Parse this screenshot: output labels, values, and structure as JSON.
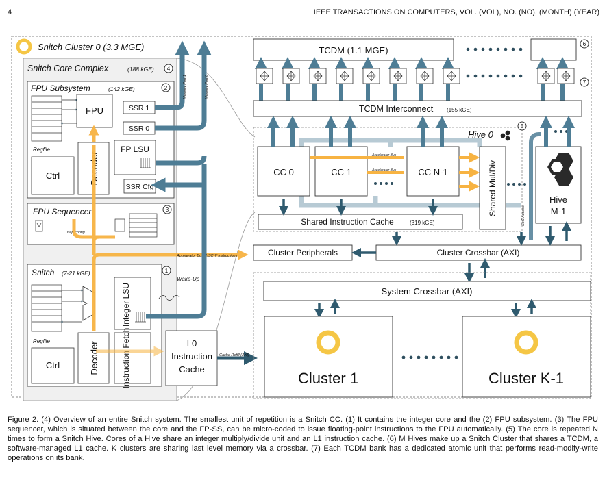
{
  "header": {
    "page_number": "4",
    "journal": "IEEE TRANSACTIONS ON COMPUTERS, VOL. (VOL), NO. (NO), (MONTH) (YEAR)"
  },
  "figure": {
    "cluster_title": "Snitch Cluster 0 (3.3 MGE)",
    "core_complex": "Snitch Core Complex",
    "core_complex_size": "(188 kGE)",
    "fpu_subsystem": "FPU Subsystem",
    "fpu_subsystem_size": "(142 kGE)",
    "fpu": "FPU",
    "ssr1": "SSR 1",
    "ssr0": "SSR 0",
    "regfile": "Regfile",
    "ctrl": "Ctrl",
    "decoder": "Decoder",
    "fp_lsu": "FP LSU",
    "ssr_cfg": "SSR Cfg",
    "fpu_sequencer": "FPU Sequencer",
    "frep_config": "frep config",
    "snitch": "Snitch",
    "snitch_size": "(7-21 kGE)",
    "integer_lsu": "Integer LSU",
    "instruction_fetch": "Instruction Fetch",
    "l0_line1": "L0",
    "l0_line2": "Instruction",
    "l0_line3": "Cache",
    "wake_up": "Wake-Up",
    "memory_port_1": "Memory Port 1",
    "memory_port_0": "Memory Port 0",
    "accel_bus_riscv": "Accelerator Bus/RISC-V instructions",
    "cache_refill": "Cache Refill (AXI)",
    "tcdm": "TCDM (1.1 MGE)",
    "tcdm_interconnect": "TCDM Interconnect",
    "tcdm_interconnect_size": "(155 kGE)",
    "hive0": "Hive 0",
    "cc0": "CC 0",
    "cc1": "CC 1",
    "ccn1": "CC N-1",
    "accel_bus": "Accelerator Bus",
    "shared_muldiv": "Shared Mul/Div",
    "soc_access": "SoC Access",
    "hive_m1_line1": "Hive",
    "hive_m1_line2": "M-1",
    "shared_icache": "Shared Instruction Cache",
    "shared_icache_size": "(319 kGE)",
    "cluster_peripherals": "Cluster Peripherals",
    "cluster_crossbar": "Cluster Crossbar (AXI)",
    "system_crossbar": "System Crossbar (AXI)",
    "cluster1": "Cluster 1",
    "clusterk1": "Cluster K-1",
    "n1": "1",
    "n2": "2",
    "n3": "3",
    "n4": "4",
    "n5": "5",
    "n6": "6",
    "n7": "7",
    "colors": {
      "steel": "#4e7d95",
      "light_steel": "#b7cad4",
      "orange": "#f7b342",
      "yellow": "#f5c645",
      "grey_bg": "#f0f0f0"
    }
  },
  "caption": "Figure 2. (4) Overview of an entire Snitch system. The smallest unit of repetition is a Snitch CC. (1) It contains the integer core and the (2) FPU subsystem. (3) The FPU sequencer, which is situated between the core and the FP-SS, can be micro-coded to issue floating-point instructions to the FPU automatically. (5) The core is repeated N times to form a Snitch Hive. Cores of a Hive share an integer multiply/divide unit and an L1 instruction cache. (6) M Hives make up a Snitch Cluster that shares a TCDM, a software-managed L1 cache. K clusters are sharing last level memory via a crossbar. (7) Each TCDM bank has a dedicated atomic unit that performs read-modify-write operations on its bank."
}
